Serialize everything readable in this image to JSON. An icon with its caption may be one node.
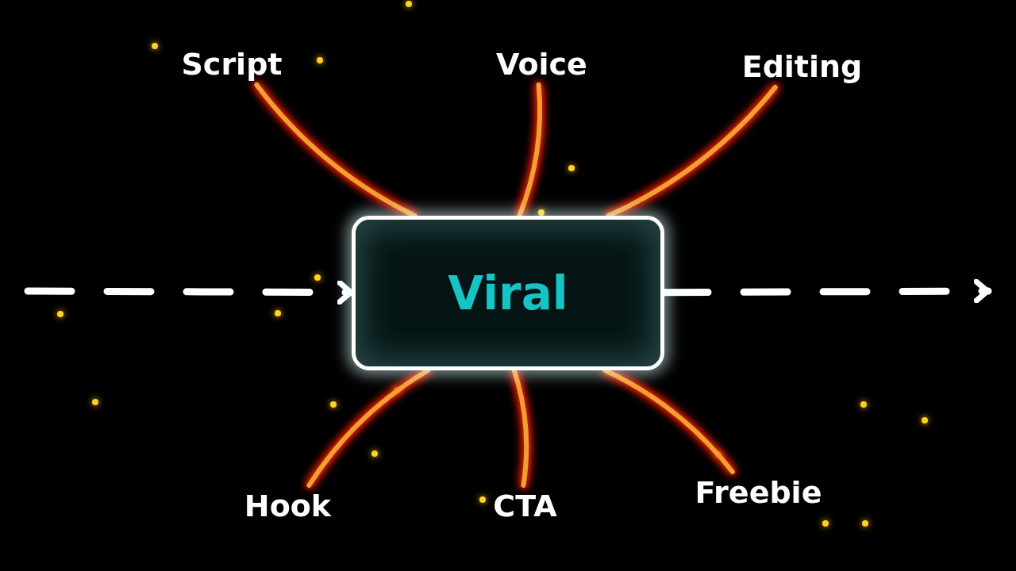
{
  "diagram": {
    "nodes": [
      {
        "text": [
          "Viral"
        ]
      },
      {
        "text": [
          "Script"
        ]
      },
      {
        "text": [
          "Voice"
        ]
      },
      {
        "text": [
          "Editing"
        ]
      },
      {
        "text": [
          "Hook"
        ]
      },
      {
        "text": [
          "CTA"
        ]
      },
      {
        "text": [
          "Freebie"
        ]
      }
    ],
    "edges": [
      {
        "from": null,
        "to": 0,
        "arrow": "to",
        "style": "dashed",
        "color": "#ffffff"
      },
      {
        "from": 0,
        "to": null,
        "arrow": "to",
        "style": "dashed",
        "color": "#ffffff"
      },
      {
        "from": 1,
        "to": 0,
        "arrow": "none"
      },
      {
        "from": 2,
        "to": 0,
        "arrow": "none"
      },
      {
        "from": 3,
        "to": 0,
        "arrow": "none"
      },
      {
        "from": 4,
        "to": 0,
        "arrow": "none"
      },
      {
        "from": 5,
        "to": 0,
        "arrow": "none"
      },
      {
        "from": 6,
        "to": 0,
        "arrow": "none"
      }
    ]
  }
}
